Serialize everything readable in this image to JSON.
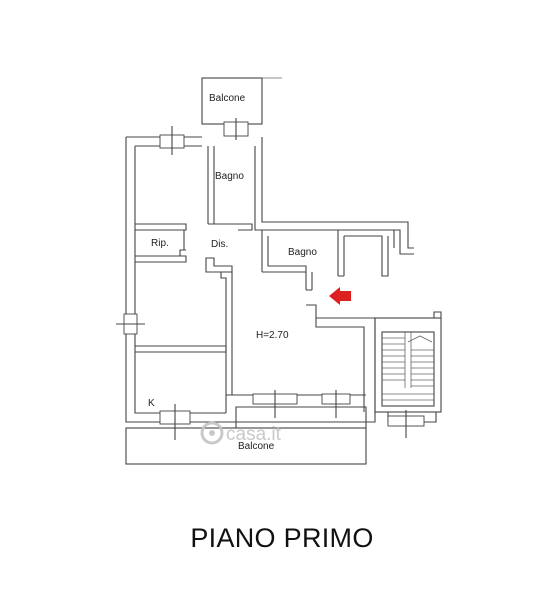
{
  "floor_title": "PIANO PRIMO",
  "rooms": {
    "balcone_top": "Balcone",
    "bagno_1": "Bagno",
    "ripostiglio": "Rip.",
    "disimpegno": "Dis.",
    "bagno_2": "Bagno",
    "living_height": "H=2.70",
    "kitchen": "K",
    "balcone_bottom": "Balcone"
  },
  "watermark": "casa.it",
  "colors": {
    "wall": "#444444",
    "entrance_arrow": "#dd1f1f",
    "watermark": "#c4c4c4"
  }
}
